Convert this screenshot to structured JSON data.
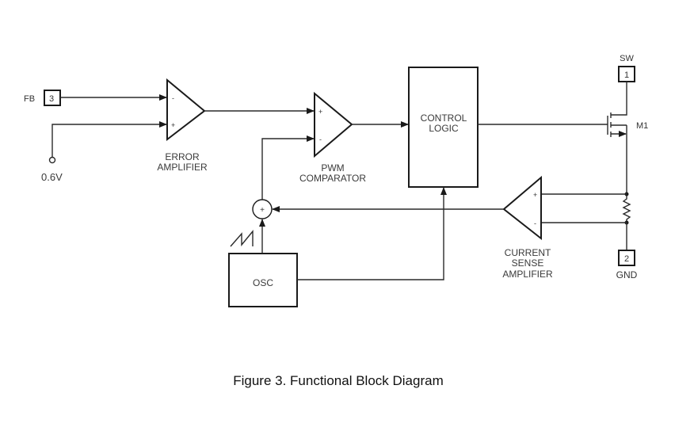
{
  "figure": {
    "caption": "Figure 3. Functional Block Diagram"
  },
  "pins": {
    "fb": {
      "name": "FB",
      "number": "3"
    },
    "sw": {
      "name": "SW",
      "number": "1"
    },
    "gnd": {
      "name": "GND",
      "number": "2"
    }
  },
  "reference": {
    "label": "0.6V"
  },
  "blocks": {
    "error_amplifier": {
      "line1": "ERROR",
      "line2": "AMPLIFIER",
      "plus": "+",
      "minus": "-"
    },
    "pwm_comparator": {
      "line1": "PWM",
      "line2": "COMPARATOR",
      "plus": "+",
      "minus": "-"
    },
    "control_logic": {
      "line1": "CONTROL",
      "line2": "LOGIC"
    },
    "current_sense_amplifier": {
      "line1": "CURRENT",
      "line2": "SENSE",
      "line3": "AMPLIFIER",
      "plus": "+",
      "minus": "-"
    },
    "oscillator": {
      "label": "OSC"
    },
    "summing_node": {
      "symbol": "+"
    },
    "mosfet": {
      "label": "M1"
    }
  }
}
